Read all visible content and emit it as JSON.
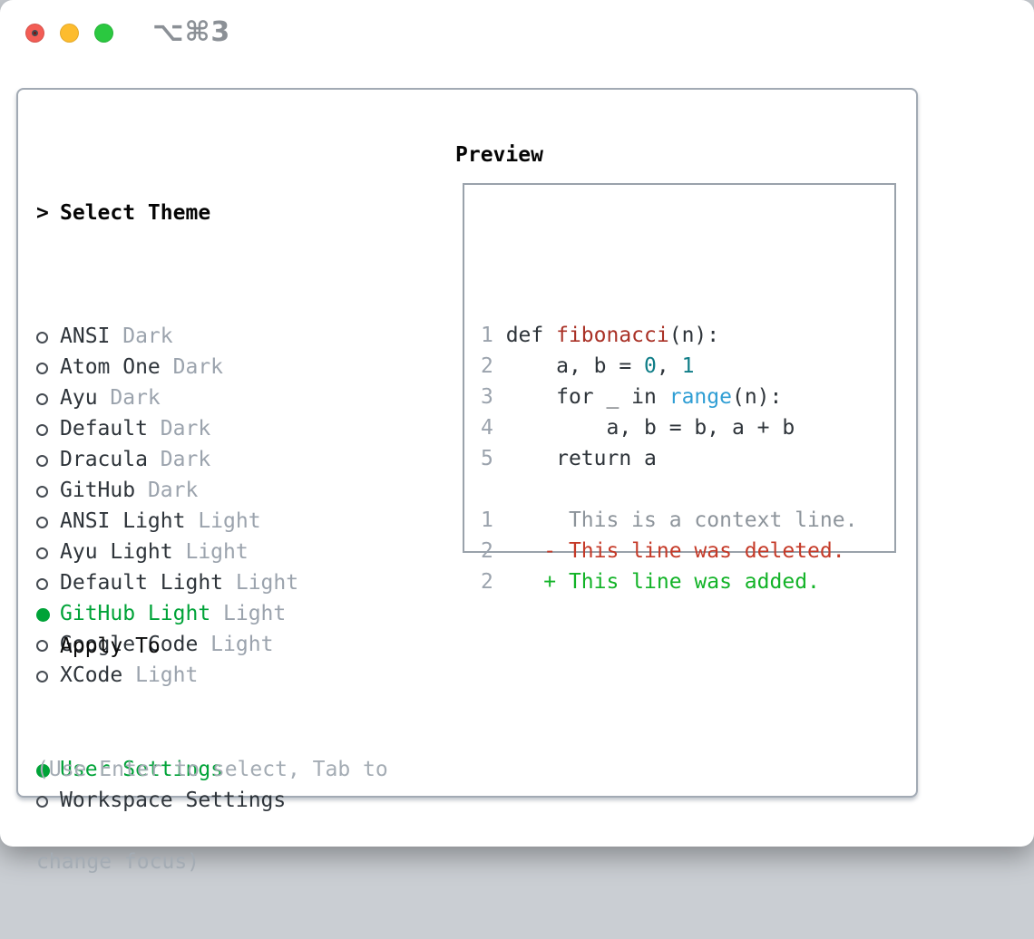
{
  "window": {
    "shortcut_label": "⌥⌘3"
  },
  "traffic_lights": {
    "close_color": "#f35d55",
    "minimize_color": "#fdbc2e",
    "maximize_color": "#2bc840"
  },
  "theme_menu": {
    "prompt": ">",
    "title": "Select Theme",
    "items": [
      {
        "name": "ANSI",
        "variant": "Dark",
        "selected": false
      },
      {
        "name": "Atom One",
        "variant": "Dark",
        "selected": false
      },
      {
        "name": "Ayu",
        "variant": "Dark",
        "selected": false
      },
      {
        "name": "Default",
        "variant": "Dark",
        "selected": false
      },
      {
        "name": "Dracula",
        "variant": "Dark",
        "selected": false
      },
      {
        "name": "GitHub",
        "variant": "Dark",
        "selected": false
      },
      {
        "name": "ANSI Light",
        "variant": "Light",
        "selected": false
      },
      {
        "name": "Ayu Light",
        "variant": "Light",
        "selected": false
      },
      {
        "name": "Default Light",
        "variant": "Light",
        "selected": false
      },
      {
        "name": "GitHub Light",
        "variant": "Light",
        "selected": true
      },
      {
        "name": "Google Code",
        "variant": "Light",
        "selected": false
      },
      {
        "name": "XCode",
        "variant": "Light",
        "selected": false
      }
    ]
  },
  "apply_to": {
    "title": "Apply To",
    "options": [
      {
        "name": "User Settings",
        "selected": true
      },
      {
        "name": "Workspace Settings",
        "selected": false
      }
    ]
  },
  "help": {
    "line1": "(Use Enter to select, Tab to",
    "line2": "change focus)"
  },
  "preview": {
    "title": "Preview",
    "lines": [
      [
        {
          "t": "1 ",
          "s": "num"
        },
        {
          "t": "def ",
          "s": "code"
        },
        {
          "t": "fibonacci",
          "s": "func"
        },
        {
          "t": "(n):",
          "s": "code"
        }
      ],
      [
        {
          "t": "2 ",
          "s": "num"
        },
        {
          "t": "    a, b = ",
          "s": "code"
        },
        {
          "t": "0",
          "s": "number"
        },
        {
          "t": ", ",
          "s": "code"
        },
        {
          "t": "1",
          "s": "number"
        }
      ],
      [
        {
          "t": "3 ",
          "s": "num"
        },
        {
          "t": "    for _ in ",
          "s": "code"
        },
        {
          "t": "range",
          "s": "builtin"
        },
        {
          "t": "(n):",
          "s": "code"
        }
      ],
      [
        {
          "t": "4 ",
          "s": "num"
        },
        {
          "t": "        a, b = b, a + b",
          "s": "code"
        }
      ],
      [
        {
          "t": "5 ",
          "s": "num"
        },
        {
          "t": "    return a",
          "s": "code"
        }
      ],
      [],
      [
        {
          "t": "1 ",
          "s": "num"
        },
        {
          "t": "     This is a context line.",
          "s": "context"
        }
      ],
      [
        {
          "t": "2 ",
          "s": "num"
        },
        {
          "t": "   - This line was deleted.",
          "s": "deleted"
        }
      ],
      [
        {
          "t": "2 ",
          "s": "num"
        },
        {
          "t": "   + This line was added.",
          "s": "added"
        }
      ]
    ]
  },
  "colors": {
    "selected_green": "#00a338",
    "added_green": "#12b327",
    "deleted_red": "#c53a28",
    "function_red": "#a93126",
    "number_teal": "#0f7d87",
    "builtin_blue": "#2f9ed4",
    "muted_gray": "#9ba3ad",
    "border_gray": "#a2aab4",
    "text_dark": "#2e343a"
  }
}
